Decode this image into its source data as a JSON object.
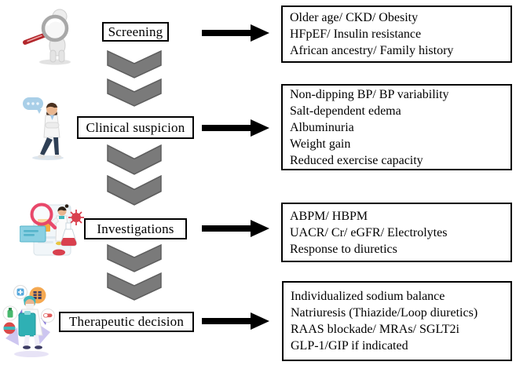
{
  "figure": {
    "steps": [
      {
        "label": "Screening",
        "icon": "person-with-magnifier-illustration",
        "details": [
          "Older age/ CKD/ Obesity",
          "HFpEF/ Insulin resistance",
          "African ancestry/ Family history"
        ]
      },
      {
        "label": "Clinical suspicion",
        "icon": "doctor-thinking-illustration",
        "details": [
          "Non-dipping BP/ BP variability",
          "Salt-dependent edema",
          "Albuminuria",
          "Weight gain",
          "Reduced exercise capacity"
        ]
      },
      {
        "label": "Investigations",
        "icon": "laboratory-research-illustration",
        "details": [
          "ABPM/ HBPM",
          "UACR/ Cr/ eGFR/ Electrolytes",
          "Response to diuretics"
        ]
      },
      {
        "label": "Therapeutic decision",
        "icon": "clinician-medications-illustration",
        "details": [
          "Individualized sodium balance",
          "Natriuresis (Thiazide/Loop diuretics)",
          "RAAS blockade/ MRAs/ SGLT2i",
          "GLP-1/GIP if indicated"
        ]
      }
    ],
    "colors": {
      "background": "#ffffff",
      "box_border": "#000000",
      "arrow": "#000000",
      "chevron_fill": "#7a7a7a",
      "chevron_stroke": "#5e5e5e"
    }
  }
}
